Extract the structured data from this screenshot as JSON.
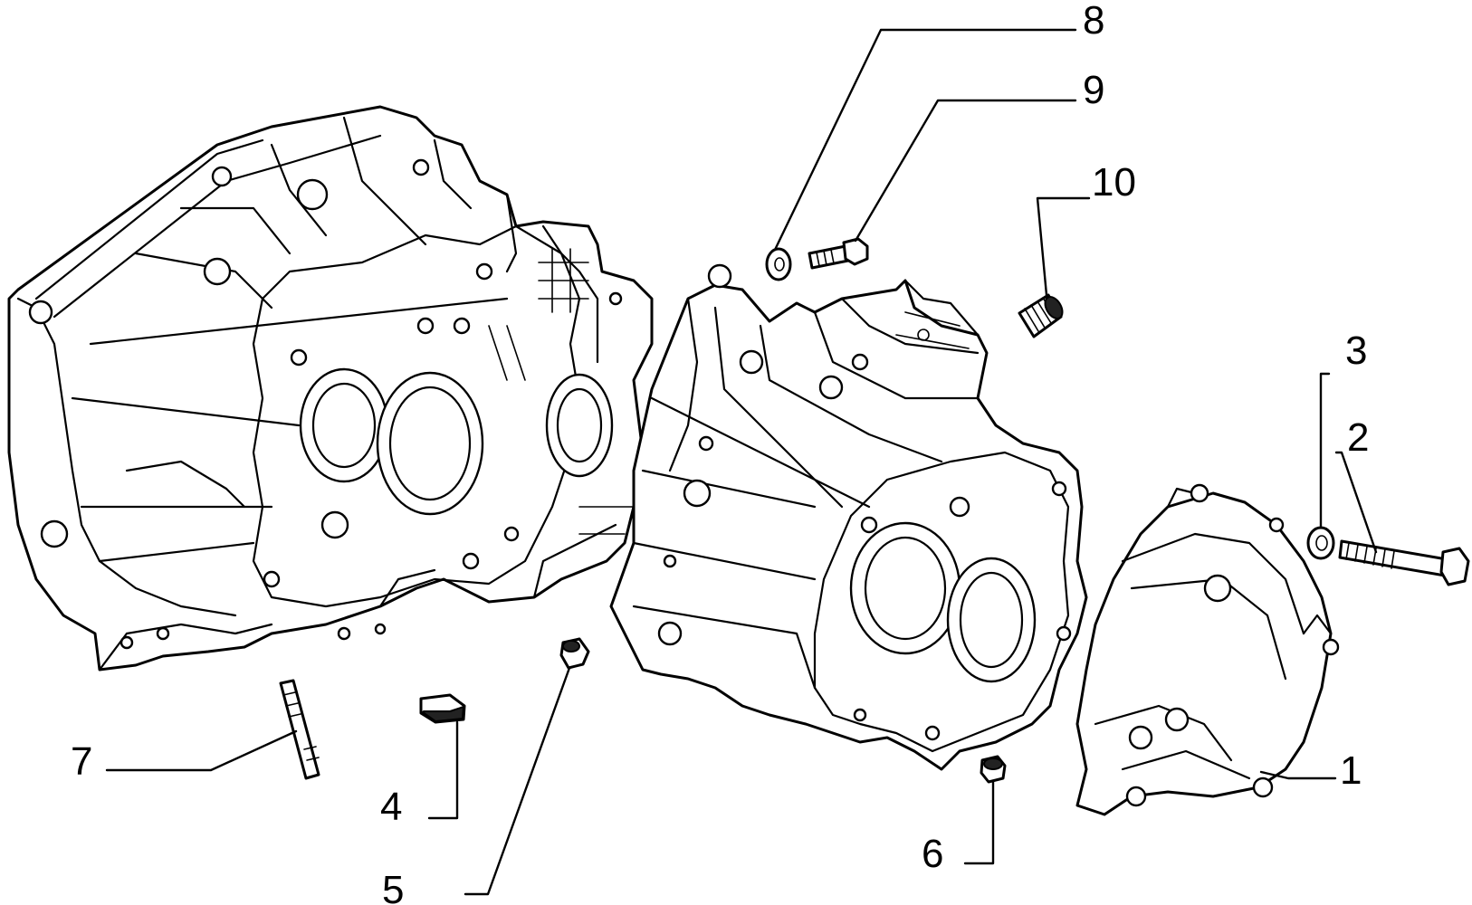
{
  "diagram": {
    "type": "exploded-parts-view",
    "callouts": [
      {
        "id": "1",
        "label": "1"
      },
      {
        "id": "2",
        "label": "2"
      },
      {
        "id": "3",
        "label": "3"
      },
      {
        "id": "4",
        "label": "4"
      },
      {
        "id": "5",
        "label": "5"
      },
      {
        "id": "6",
        "label": "6"
      },
      {
        "id": "7",
        "label": "7"
      },
      {
        "id": "8",
        "label": "8"
      },
      {
        "id": "9",
        "label": "9"
      },
      {
        "id": "10",
        "label": "10"
      }
    ]
  }
}
